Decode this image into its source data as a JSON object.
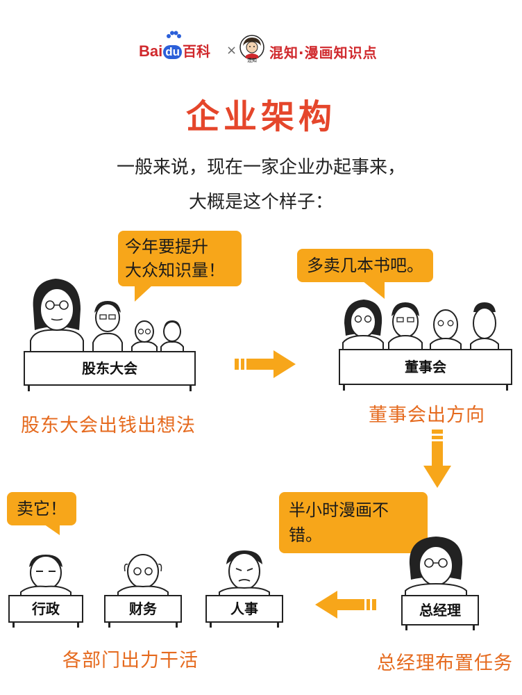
{
  "header": {
    "baidu_text": "Bai",
    "baidu_du": "du",
    "baidu_baike": "百科",
    "times_symbol": "×",
    "hunzhi_title": "混知·漫画知识点",
    "hunzhi_logo_text": "混知"
  },
  "title": "企业架构",
  "intro": {
    "line1": "一般来说，现在一家企业办起事来，",
    "line2": "大概是这个样子："
  },
  "colors": {
    "accent": "#f7a61a",
    "title_red": "#e5462b",
    "caption_orange": "#e56a1e",
    "baidu_red": "#d0282c",
    "baidu_blue": "#2b5fd9"
  },
  "scenes": {
    "shareholders": {
      "bubble": [
        "今年要提升",
        "大众知识量！"
      ],
      "desk_label": "股东大会",
      "caption": "股东大会出钱出想法"
    },
    "board": {
      "bubble": "多卖几本书吧。",
      "desk_label": "董事会",
      "caption": "董事会出方向"
    },
    "gm": {
      "bubble": "半小时漫画不错。",
      "desk_label": "总经理",
      "caption": "总经理布置任务"
    },
    "departments": {
      "bubble": "卖它！",
      "desks": [
        "行政",
        "财务",
        "人事"
      ],
      "caption": "各部门出力干活"
    }
  },
  "icons": [
    "paw-icon",
    "arrow-right-icon",
    "arrow-down-icon",
    "arrow-left-icon"
  ]
}
